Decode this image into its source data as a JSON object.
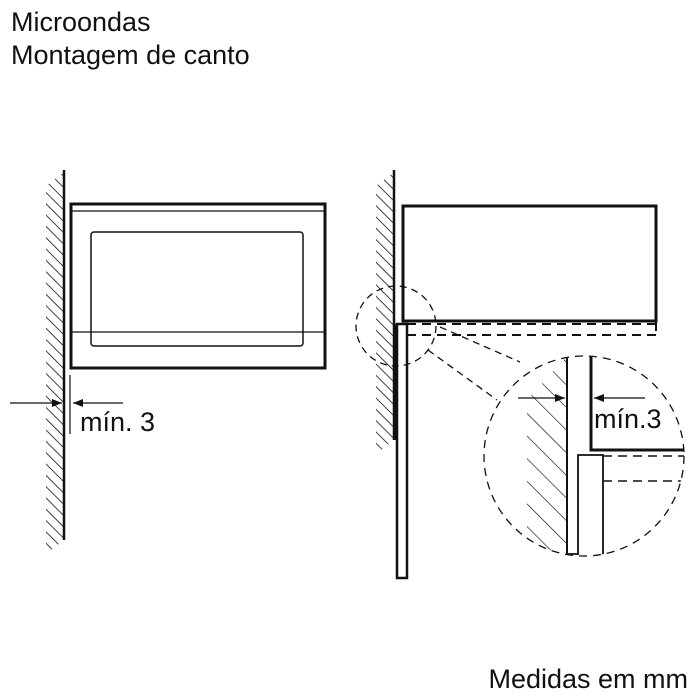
{
  "title": {
    "line1": "Microondas",
    "line2": "Montagem de canto"
  },
  "footer": {
    "units_note": "Medidas em mm"
  },
  "views": {
    "front_view": {
      "dimension_label": "mín. 3"
    },
    "side_view": {
      "detail_dimension_label": "mín.3"
    }
  },
  "colors": {
    "line": "#111111",
    "background": "#ffffff"
  }
}
